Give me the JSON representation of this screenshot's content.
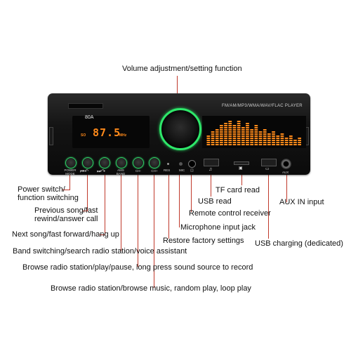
{
  "device": {
    "band_tag": "80A",
    "frequency": "87.5",
    "freq_unit": "MHz",
    "sub_tag": "SO",
    "format_banner": "FM/AM/MP3/WMA/WAV/FLAC PLAYER",
    "buttons": [
      {
        "caption": "POWER\nMODE"
      },
      {
        "caption": "⏮/↶"
      },
      {
        "caption": "⏭/↷"
      },
      {
        "caption": "AMS\nBAND"
      },
      {
        "caption": "CH-"
      },
      {
        "caption": "CH+"
      }
    ],
    "port_labels": {
      "res": "RES",
      "mic": "MIC",
      "aux": "AUX"
    },
    "colors": {
      "ring_green": "#2ee86a",
      "display_orange": "#ff8a1a",
      "leader_red": "#c0392b"
    },
    "eq_levels": [
      0.35,
      0.5,
      0.6,
      0.75,
      0.85,
      0.95,
      0.8,
      0.9,
      0.7,
      0.85,
      0.6,
      0.75,
      0.5,
      0.65,
      0.45,
      0.55,
      0.35,
      0.45,
      0.3,
      0.4,
      0.25,
      0.3
    ]
  },
  "labels": {
    "volume": "Volume adjustment/setting function",
    "power": "Power switch/\nfunction switching",
    "previous": "Previous song/fast\nrewind/answer call",
    "next": "Next song/fast forward/hang up",
    "band": "Band switching/search radio station/voice assistant",
    "browse1": "Browse radio station/play/pause, long press sound source to record",
    "browse2": "Browse radio station/browse music, random play, loop play",
    "usb_read": "USB read",
    "tf_read": "TF card read",
    "aux_in": "AUX IN input",
    "remote": "Remote control receiver",
    "mic": "Microphone input jack",
    "restore": "Restore factory settings",
    "usb_charge": "USB charging (dedicated)"
  }
}
